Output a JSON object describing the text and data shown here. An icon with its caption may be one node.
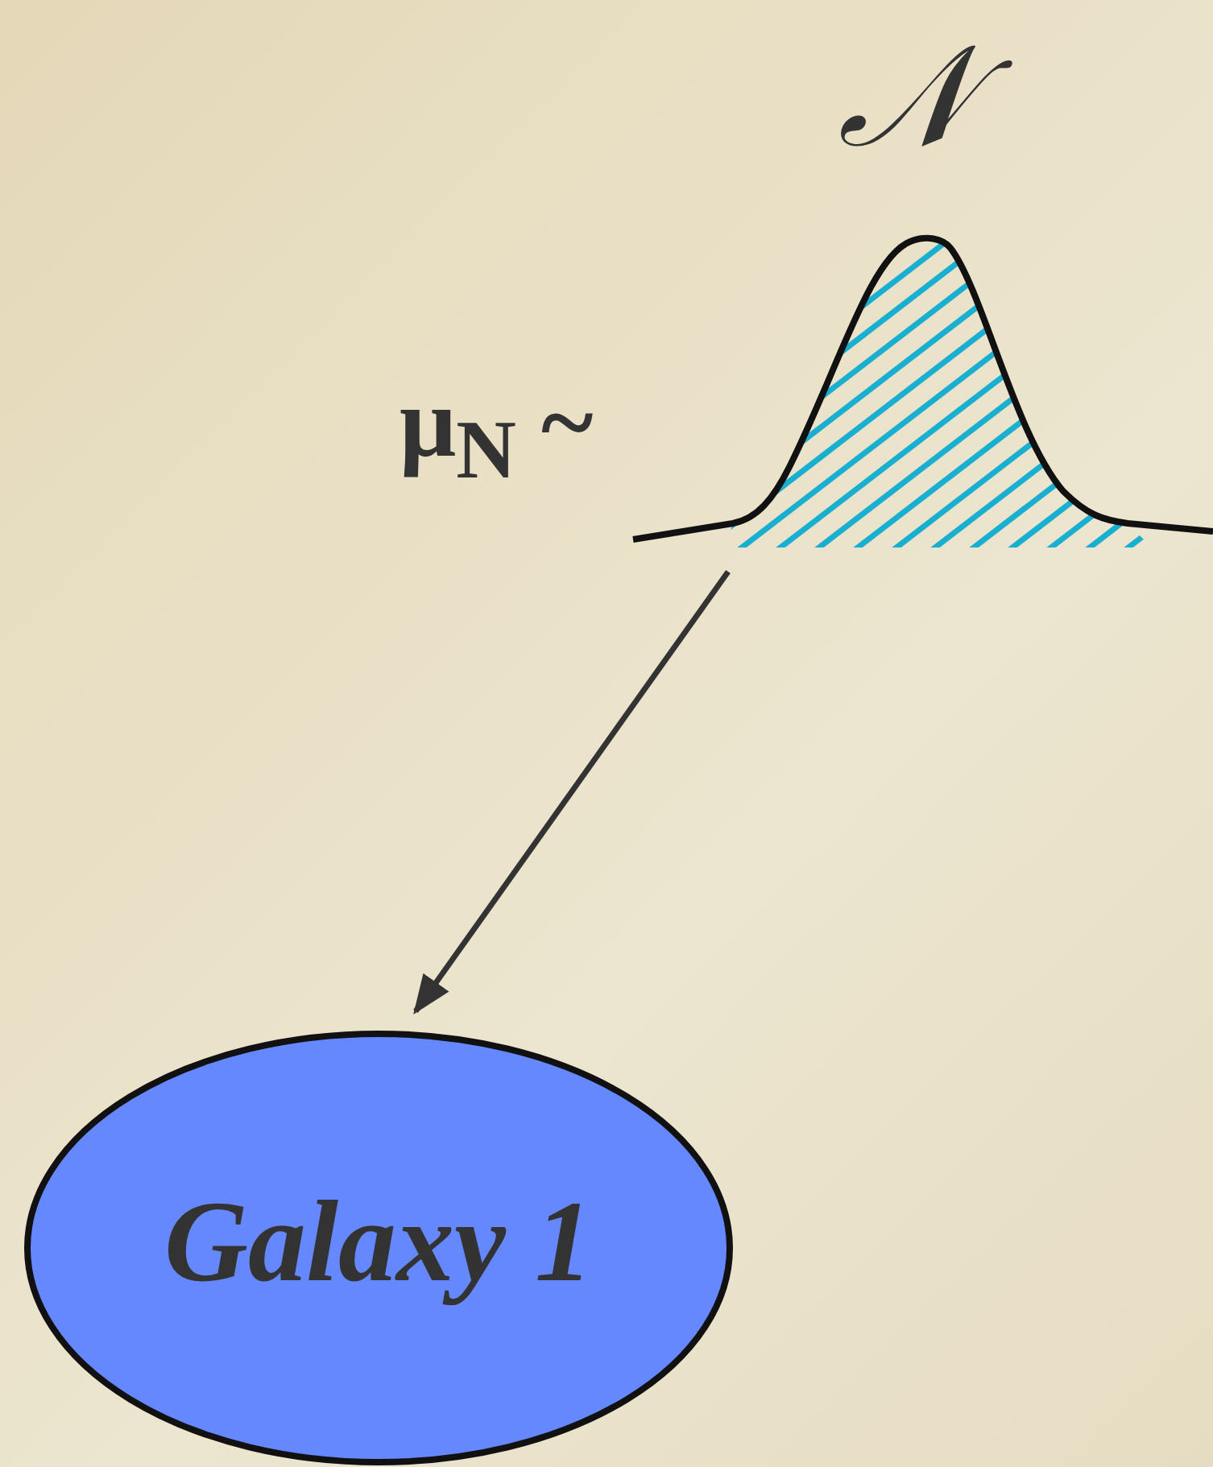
{
  "diagram": {
    "nodes": [
      {
        "text": [],
        "shape": "picture",
        "beside": [
          "𝒩",
          "μ$_{N}$ ~"
        ]
      },
      {
        "text": [
          "Galaxy 1"
        ]
      }
    ],
    "edges": [
      {
        "from": 0,
        "to": 1,
        "arrow": "to"
      }
    ]
  }
}
